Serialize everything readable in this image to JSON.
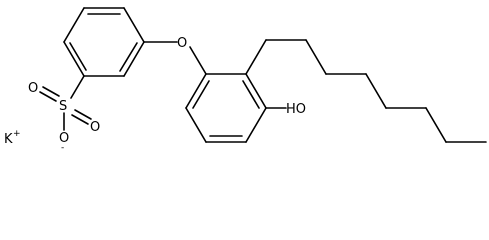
{
  "molecule": {
    "atoms": {
      "ether_oxygen": "O",
      "hydroxyl": "HO",
      "sulfur": "S",
      "sulfonyl_oxygen_1": "O",
      "sulfonyl_oxygen_2": "O",
      "anionic_oxygen": "O",
      "anion_charge": "-",
      "counterion": "K",
      "counterion_charge": "+"
    },
    "colors": {
      "bond": "#000000",
      "text": "#000000",
      "background": "#ffffff"
    }
  }
}
